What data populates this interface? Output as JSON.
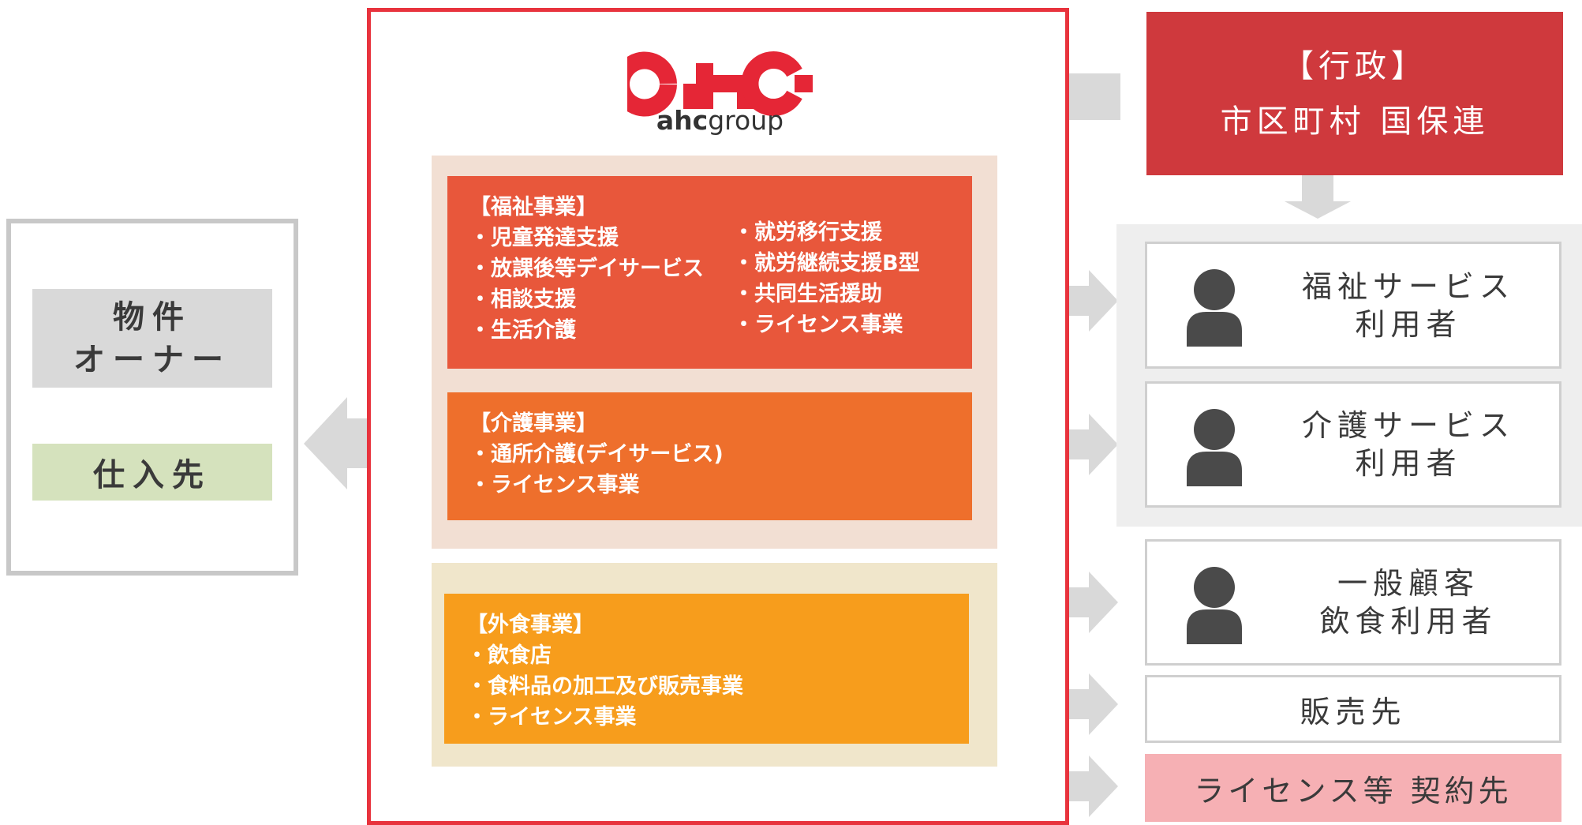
{
  "left": {
    "owner_lines": [
      "物件",
      "オーナー"
    ],
    "supplier": "仕入先"
  },
  "logo": {
    "brand": "ahc",
    "suffix": "group",
    "colors": {
      "red": "#e52636"
    }
  },
  "welfare": {
    "heading": "【福祉事業】",
    "col1": [
      "児童発達支援",
      "放課後等デイサービス",
      "相談支援",
      "生活介護"
    ],
    "col2": [
      "就労移行支援",
      "就労継続支援B型",
      "共同生活援助",
      "ライセンス事業"
    ]
  },
  "nursing": {
    "heading": "【介護事業】",
    "items": [
      "通所介護(デイサービス)",
      "ライセンス事業"
    ]
  },
  "food": {
    "heading": "【外食事業】",
    "items": [
      "飲食店",
      "食料品の加工及び販売事業",
      "ライセンス事業"
    ]
  },
  "government": {
    "label": "【行政】",
    "entities": "市区町村 国保連"
  },
  "users": {
    "welfare": [
      "福祉サービス",
      "利用者"
    ],
    "nursing": [
      "介護サービス",
      "利用者"
    ],
    "general": [
      "一般顧客",
      "飲食利用者"
    ]
  },
  "sales_destination": "販売先",
  "license_destination": "ライセンス等 契約先",
  "colors": {
    "frame_red": "#e8333d",
    "welfare_box": "#e8573b",
    "nursing_box": "#ee6f2c",
    "food_box": "#f79d1c",
    "government_box": "#cf393d",
    "license_box": "#f6b0b4",
    "arrow_gray": "#d9d9d9"
  }
}
